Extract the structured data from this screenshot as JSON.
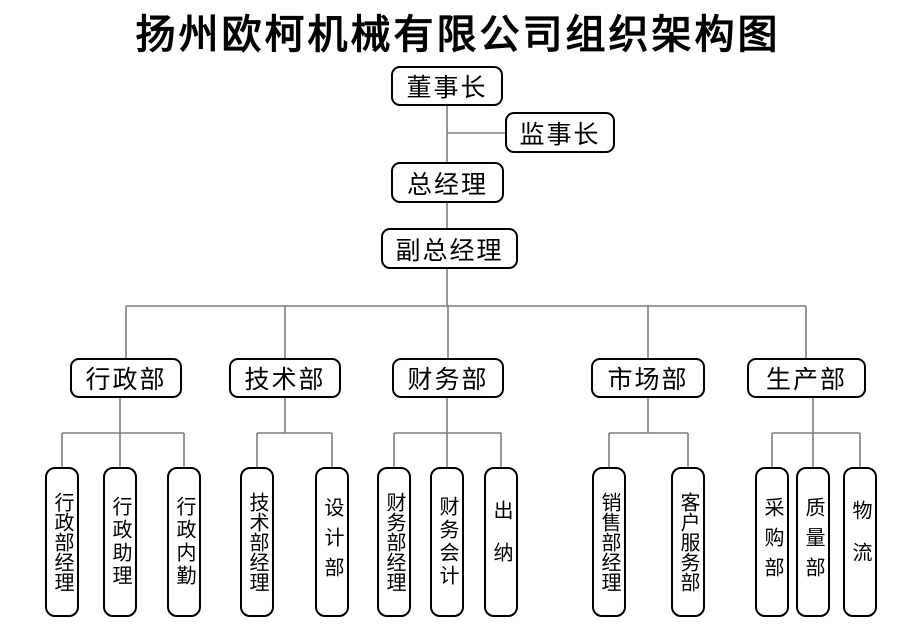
{
  "title": "扬州欧柯机械有限公司组织架构图",
  "colors": {
    "background": "#ffffff",
    "box_border": "#000000",
    "text": "#000000",
    "connector": "#7d7d7d"
  },
  "nodes": {
    "chairman": {
      "label": "董事长"
    },
    "supervisor": {
      "label": "监事长"
    },
    "general_manager": {
      "label": "总经理"
    },
    "deputy_gm": {
      "label": "副总经理"
    },
    "dept_admin": {
      "label": "行政部"
    },
    "dept_tech": {
      "label": "技术部"
    },
    "dept_finance": {
      "label": "财务部"
    },
    "dept_market": {
      "label": "市场部"
    },
    "dept_production": {
      "label": "生产部"
    },
    "admin_manager": {
      "label": "行政部经理"
    },
    "admin_assistant": {
      "label": "行政助理"
    },
    "admin_clerk": {
      "label": "行政内勤"
    },
    "tech_manager": {
      "label": "技术部经理"
    },
    "design_dept": {
      "label": "设计部"
    },
    "finance_manager": {
      "label": "财务部经理"
    },
    "accountant": {
      "label": "财务会计"
    },
    "cashier": {
      "label": "出纳"
    },
    "sales_manager": {
      "label": "销售部经理"
    },
    "customer_service": {
      "label": "客户服务部"
    },
    "purchasing": {
      "label": "采购部"
    },
    "quality": {
      "label": "质量部"
    },
    "logistics": {
      "label": "物流"
    }
  },
  "hierarchy": {
    "root": "董事长",
    "staff_branch_of_root": "监事长",
    "chain": [
      "董事长",
      "总经理",
      "副总经理"
    ],
    "departments": [
      {
        "name": "行政部",
        "children": [
          "行政部经理",
          "行政助理",
          "行政内勤"
        ]
      },
      {
        "name": "技术部",
        "children": [
          "技术部经理",
          "设计部"
        ]
      },
      {
        "name": "财务部",
        "children": [
          "财务部经理",
          "财务会计",
          "出纳"
        ]
      },
      {
        "name": "市场部",
        "children": [
          "销售部经理",
          "客户服务部"
        ]
      },
      {
        "name": "生产部",
        "children": [
          "采购部",
          "质量部",
          "物流"
        ]
      }
    ]
  }
}
